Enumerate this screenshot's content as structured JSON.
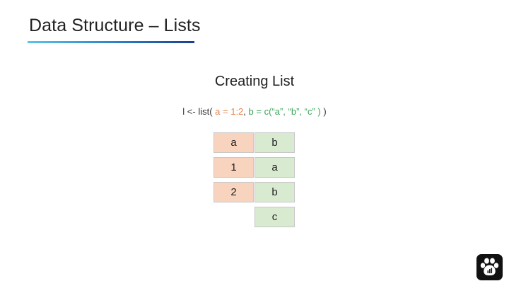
{
  "slide": {
    "title": "Data Structure – Lists",
    "subtitle": "Creating List"
  },
  "code": {
    "prefix": "l <- list( ",
    "a_part": "a = 1:2",
    "sep": ", ",
    "b_part": "b = c(“a”, “b”, “c” )",
    "suffix": " )"
  },
  "table": {
    "col_a": [
      "a",
      "1",
      "2"
    ],
    "col_b": [
      "b",
      "a",
      "b",
      "c"
    ]
  },
  "colors": {
    "accent_blue": "#1d3f8f",
    "accent_light_blue": "#5bc4e9",
    "orange": "#e2874f",
    "green": "#3aa55a",
    "orange_fill": "#f8d4bf",
    "green_fill": "#d8ead0"
  },
  "logo": {
    "icon": "paw-chart-icon"
  }
}
